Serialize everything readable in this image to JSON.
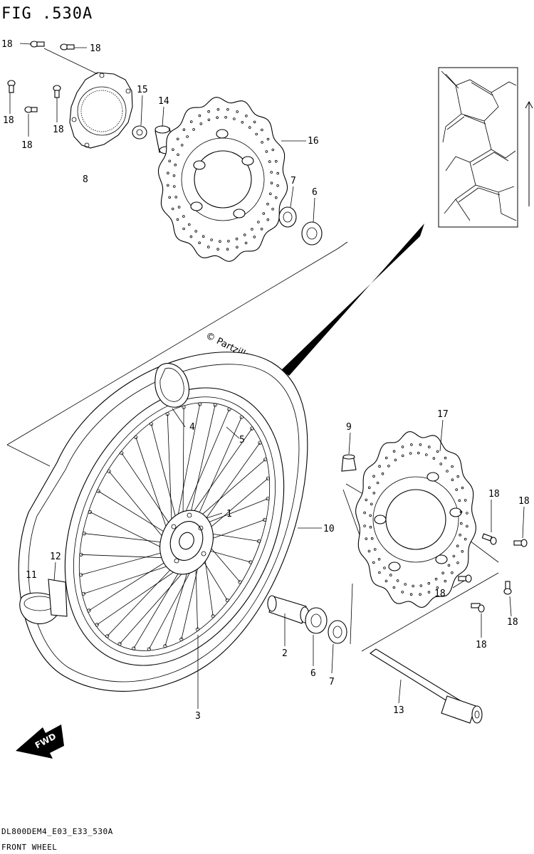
{
  "figure": {
    "title": "FIG .530A",
    "watermark": "© Partzilla.com",
    "model_code": "DL800DEM4_E03_E33_530A",
    "caption": "FRONT WHEEL",
    "fwd_label": "FWD"
  },
  "callouts": [
    {
      "id": "c18a",
      "text": "18"
    },
    {
      "id": "c18b",
      "text": "18"
    },
    {
      "id": "c18c",
      "text": "18"
    },
    {
      "id": "c18d",
      "text": "18"
    },
    {
      "id": "c18e",
      "text": "18"
    },
    {
      "id": "c15",
      "text": "15"
    },
    {
      "id": "c14",
      "text": "14"
    },
    {
      "id": "c8",
      "text": "8"
    },
    {
      "id": "c16",
      "text": "16"
    },
    {
      "id": "c7a",
      "text": "7"
    },
    {
      "id": "c6a",
      "text": "6"
    },
    {
      "id": "c4",
      "text": "4"
    },
    {
      "id": "c5",
      "text": "5"
    },
    {
      "id": "c1",
      "text": "1"
    },
    {
      "id": "c10",
      "text": "10"
    },
    {
      "id": "c12",
      "text": "12"
    },
    {
      "id": "c11",
      "text": "11"
    },
    {
      "id": "c3",
      "text": "3"
    },
    {
      "id": "c9",
      "text": "9"
    },
    {
      "id": "c17",
      "text": "17"
    },
    {
      "id": "c18f",
      "text": "18"
    },
    {
      "id": "c18g",
      "text": "18"
    },
    {
      "id": "c18h",
      "text": "18"
    },
    {
      "id": "c18i",
      "text": "18"
    },
    {
      "id": "c18j",
      "text": "18"
    },
    {
      "id": "c2",
      "text": "2"
    },
    {
      "id": "c6b",
      "text": "6"
    },
    {
      "id": "c7b",
      "text": "7"
    },
    {
      "id": "c13",
      "text": "13"
    }
  ]
}
